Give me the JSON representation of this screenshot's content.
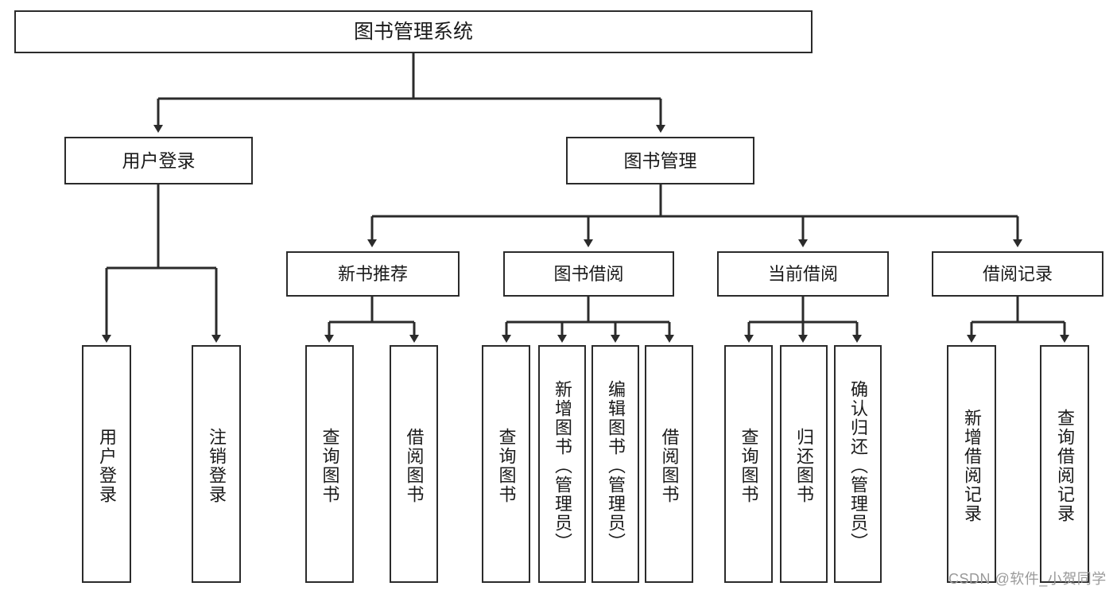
{
  "diagram": {
    "title": "图书管理系统",
    "root": {
      "label": "图书管理系统"
    },
    "level1": [
      {
        "label": "用户登录"
      },
      {
        "label": "图书管理"
      }
    ],
    "level2": [
      {
        "label": "新书推荐"
      },
      {
        "label": "图书借阅"
      },
      {
        "label": "当前借阅"
      },
      {
        "label": "借阅记录"
      }
    ],
    "leaves": {
      "user_login": [
        {
          "label": "用户登录"
        },
        {
          "label": "注销登录"
        }
      ],
      "new_book_recommend": [
        {
          "label": "查询图书"
        },
        {
          "label": "借阅图书"
        }
      ],
      "book_borrow": [
        {
          "label": "查询图书"
        },
        {
          "label": "新增图书（管理员）"
        },
        {
          "label": "编辑图书（管理员）"
        },
        {
          "label": "借阅图书"
        }
      ],
      "current_borrow": [
        {
          "label": "查询图书"
        },
        {
          "label": "归还图书"
        },
        {
          "label": "确认归还（管理员）"
        }
      ],
      "borrow_record": [
        {
          "label": "新增借阅记录"
        },
        {
          "label": "查询借阅记录"
        }
      ]
    }
  },
  "watermark": {
    "text": "CSDN @软件_小贺同学"
  },
  "colors": {
    "stroke": "#2b2b2b",
    "fill": "#ffffff",
    "text": "#1a1a1a",
    "watermark": "#9a9a9a"
  }
}
